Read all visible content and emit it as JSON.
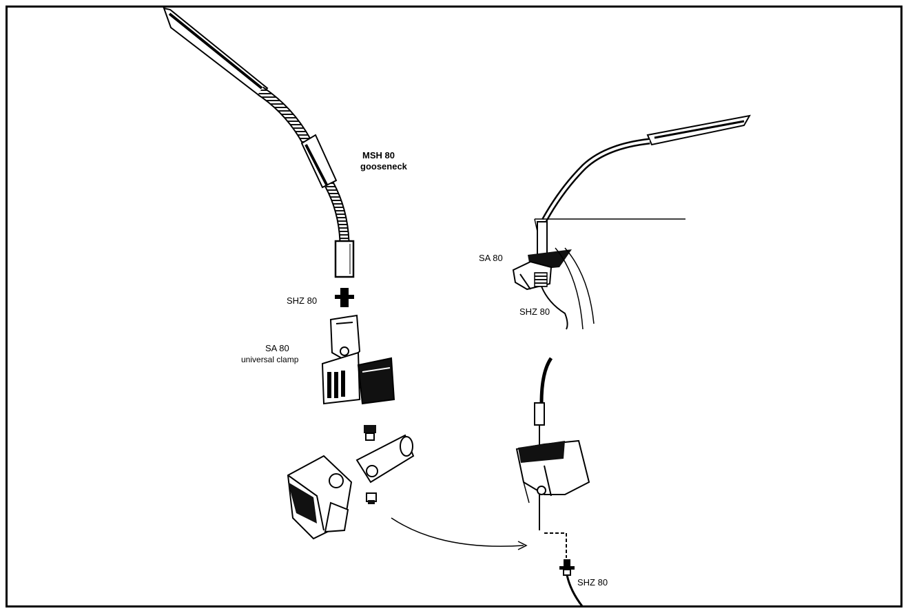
{
  "labels": {
    "gooseneck_model": "MSH 80",
    "gooseneck_desc": "gooseneck",
    "adapter_left": "SHZ 80",
    "clamp_model": "SA 80",
    "clamp_desc": "universal clamp",
    "clamp_right": "SA 80",
    "adapter_right": "SHZ 80",
    "adapter_bottom": "SHZ 80"
  }
}
